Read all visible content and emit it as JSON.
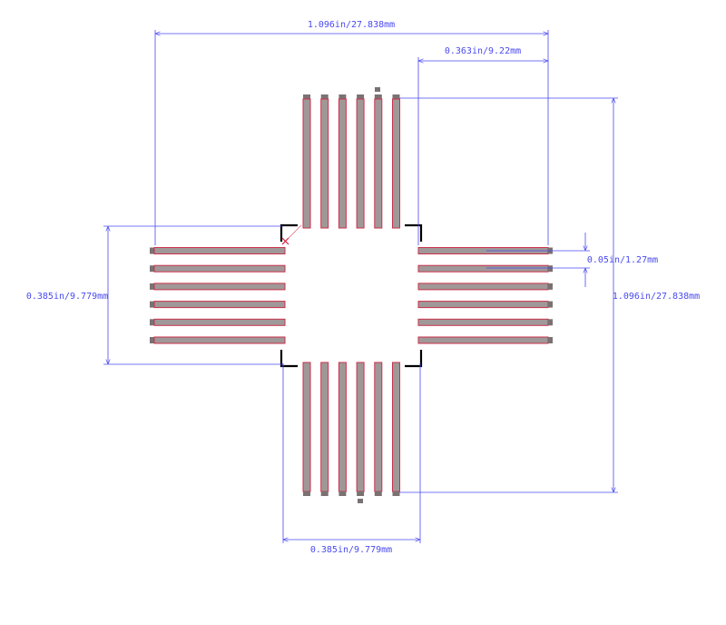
{
  "dimensions": {
    "overall_width": "1.096in/27.838mm",
    "pad_length": "0.363in/9.22mm",
    "pitch": "0.05in/1.27mm",
    "overall_height": "1.096in/27.838mm",
    "body_height": "0.385in/9.779mm",
    "body_width": "0.385in/9.779mm"
  },
  "colors": {
    "background": "#ffffff",
    "dimension": "#4a4af0",
    "pad_fill": "#a09898",
    "pad_outline": "#c8324b",
    "pad_cap": "#7a7272",
    "silkscreen": "#000000",
    "origin_marker": "#d81b3c"
  },
  "pins_per_side": 6
}
